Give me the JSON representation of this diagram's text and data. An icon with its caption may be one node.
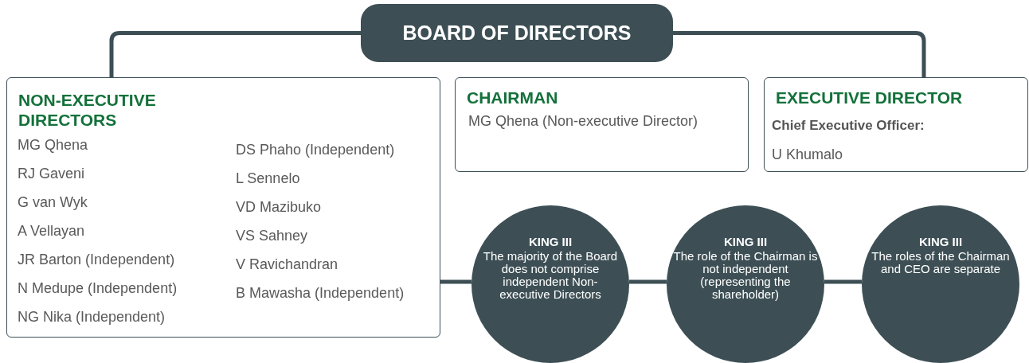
{
  "diagram": {
    "nodes": [
      {
        "text": [
          "BOARD OF DIRECTORS"
        ]
      },
      {
        "text": [
          "NON-EXECUTIVE DIRECTORS",
          "MG Qhena",
          "RJ Gaveni",
          "G van Wyk",
          "A Vellayan",
          "JR Barton (Independent)",
          "N Medupe (Independent)",
          "NG Nika (Independent)",
          "DS Phaho (Independent)",
          "L Sennelo",
          "VD Mazibuko",
          "VS Sahney",
          "V Ravichandran",
          "B Mawasha (Independent)"
        ]
      },
      {
        "text": [
          "CHAIRMAN",
          "MG Qhena (Non-executive Director)"
        ]
      },
      {
        "text": [
          "EXECUTIVE DIRECTOR",
          "Chief Executive Officer:",
          "U Khumalo"
        ]
      },
      {
        "text": [
          "KING III",
          "The majority of the Board does not comprise independent Non-executive Directors"
        ]
      },
      {
        "text": [
          "KING III",
          "The role of the Chairman is not independent (representing the shareholder)"
        ]
      },
      {
        "text": [
          "KING III",
          "The roles of the Chairman and CEO are separate"
        ]
      }
    ],
    "edges": [
      {
        "from": 0,
        "to": 1,
        "arrow": "none"
      },
      {
        "from": 0,
        "to": 3,
        "arrow": "none"
      },
      {
        "from": 1,
        "to": 4,
        "arrow": "none"
      },
      {
        "from": 4,
        "to": 5,
        "arrow": "none"
      },
      {
        "from": 5,
        "to": 6,
        "arrow": "none"
      }
    ]
  }
}
